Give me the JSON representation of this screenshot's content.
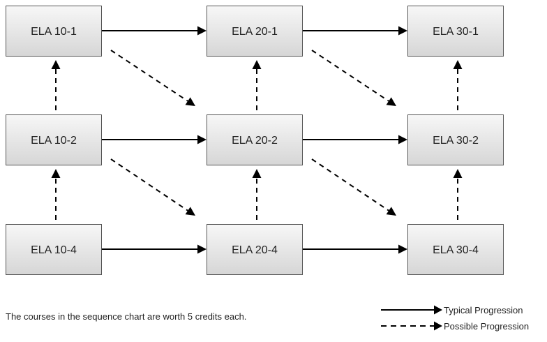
{
  "courses": [
    {
      "id": "ela-10-1",
      "label": "ELA 10-1"
    },
    {
      "id": "ela-20-1",
      "label": "ELA 20-1"
    },
    {
      "id": "ela-30-1",
      "label": "ELA 30-1"
    },
    {
      "id": "ela-10-2",
      "label": "ELA 10-2"
    },
    {
      "id": "ela-20-2",
      "label": "ELA 20-2"
    },
    {
      "id": "ela-30-2",
      "label": "ELA 30-2"
    },
    {
      "id": "ela-10-4",
      "label": "ELA 10-4"
    },
    {
      "id": "ela-20-4",
      "label": "ELA 20-4"
    },
    {
      "id": "ela-30-4",
      "label": "ELA 30-4"
    }
  ],
  "connections": [
    {
      "from": "ela-10-1",
      "to": "ela-20-1",
      "type": "typical"
    },
    {
      "from": "ela-20-1",
      "to": "ela-30-1",
      "type": "typical"
    },
    {
      "from": "ela-10-2",
      "to": "ela-20-2",
      "type": "typical"
    },
    {
      "from": "ela-20-2",
      "to": "ela-30-2",
      "type": "typical"
    },
    {
      "from": "ela-10-4",
      "to": "ela-20-4",
      "type": "typical"
    },
    {
      "from": "ela-20-4",
      "to": "ela-30-4",
      "type": "typical"
    },
    {
      "from": "ela-10-2",
      "to": "ela-10-1",
      "type": "possible"
    },
    {
      "from": "ela-10-4",
      "to": "ela-10-2",
      "type": "possible"
    },
    {
      "from": "ela-20-2",
      "to": "ela-20-1",
      "type": "possible"
    },
    {
      "from": "ela-20-4",
      "to": "ela-20-2",
      "type": "possible"
    },
    {
      "from": "ela-30-2",
      "to": "ela-30-1",
      "type": "possible"
    },
    {
      "from": "ela-30-4",
      "to": "ela-30-2",
      "type": "possible"
    },
    {
      "from": "ela-10-1",
      "to": "ela-20-2",
      "type": "possible"
    },
    {
      "from": "ela-10-2",
      "to": "ela-20-4",
      "type": "possible"
    },
    {
      "from": "ela-20-1",
      "to": "ela-30-2",
      "type": "possible"
    },
    {
      "from": "ela-20-2",
      "to": "ela-30-4",
      "type": "possible"
    }
  ],
  "note": "The courses in the sequence chart are worth 5 credits each.",
  "legend": {
    "typical": "Typical Progression",
    "possible": "Possible Progression"
  },
  "colors": {
    "box_top": "#f7f7f7",
    "box_bottom": "#d6d6d6",
    "line": "#000000"
  }
}
